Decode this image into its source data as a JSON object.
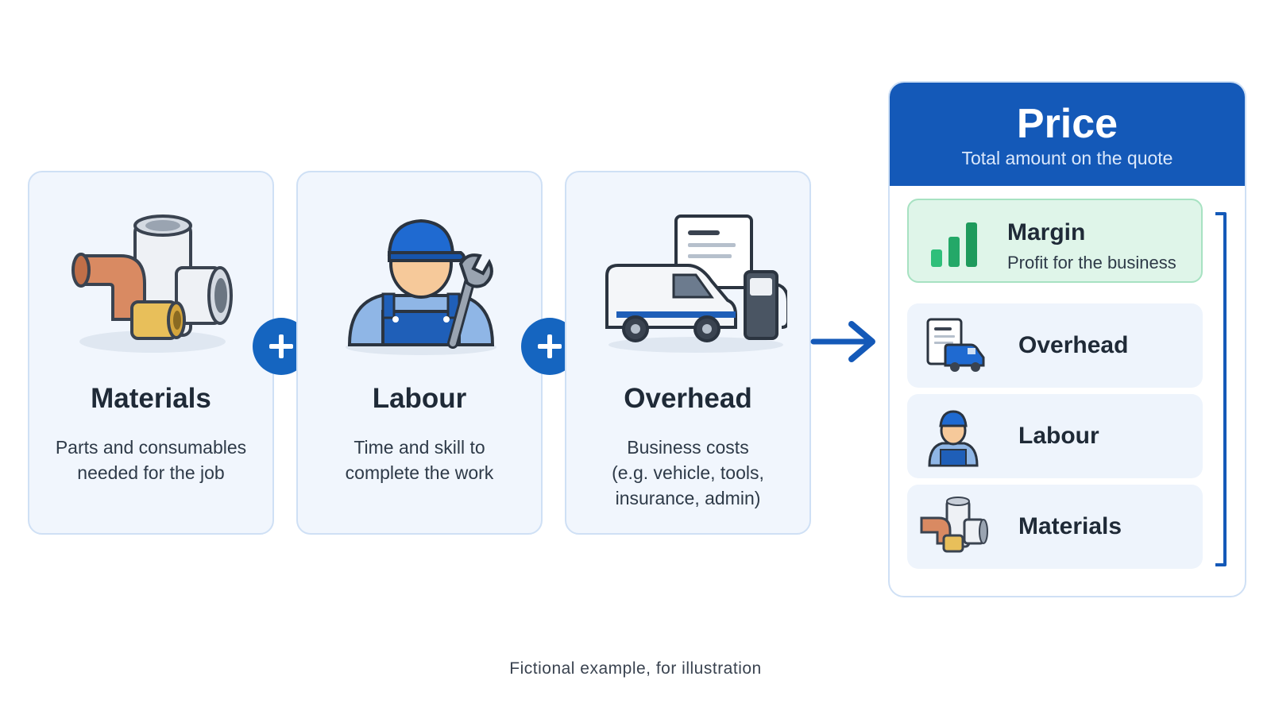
{
  "cards": [
    {
      "title": "Materials",
      "desc_line1": "Parts and consumables",
      "desc_line2": "needed for the job",
      "icon": "pipe-fittings-icon"
    },
    {
      "title": "Labour",
      "desc_line1": "Time and skill to",
      "desc_line2": "complete the work",
      "icon": "worker-icon"
    },
    {
      "title": "Overhead",
      "desc_line1": "Business costs",
      "desc_line2": "(e.g. vehicle, tools,",
      "desc_line3": "insurance, admin)",
      "icon": "van-fuel-icon"
    }
  ],
  "operators": [
    "plus-icon",
    "plus-icon"
  ],
  "price": {
    "title": "Price",
    "subtitle": "Total amount on the quote",
    "rows": [
      {
        "label": "Margin",
        "sub": "Profit for the business",
        "icon": "bar-chart-icon"
      },
      {
        "label": "Overhead",
        "icon": "document-van-icon"
      },
      {
        "label": "Labour",
        "icon": "worker-icon"
      },
      {
        "label": "Materials",
        "icon": "pipe-fittings-icon"
      }
    ]
  },
  "footnote": "Fictional example, for illustration",
  "colors": {
    "primary": "#1459b8",
    "card_bg": "#f1f6fd",
    "card_border": "#cfe0f5",
    "margin_bg": "#dff5e9",
    "margin_accent": "#2fbf7a"
  }
}
